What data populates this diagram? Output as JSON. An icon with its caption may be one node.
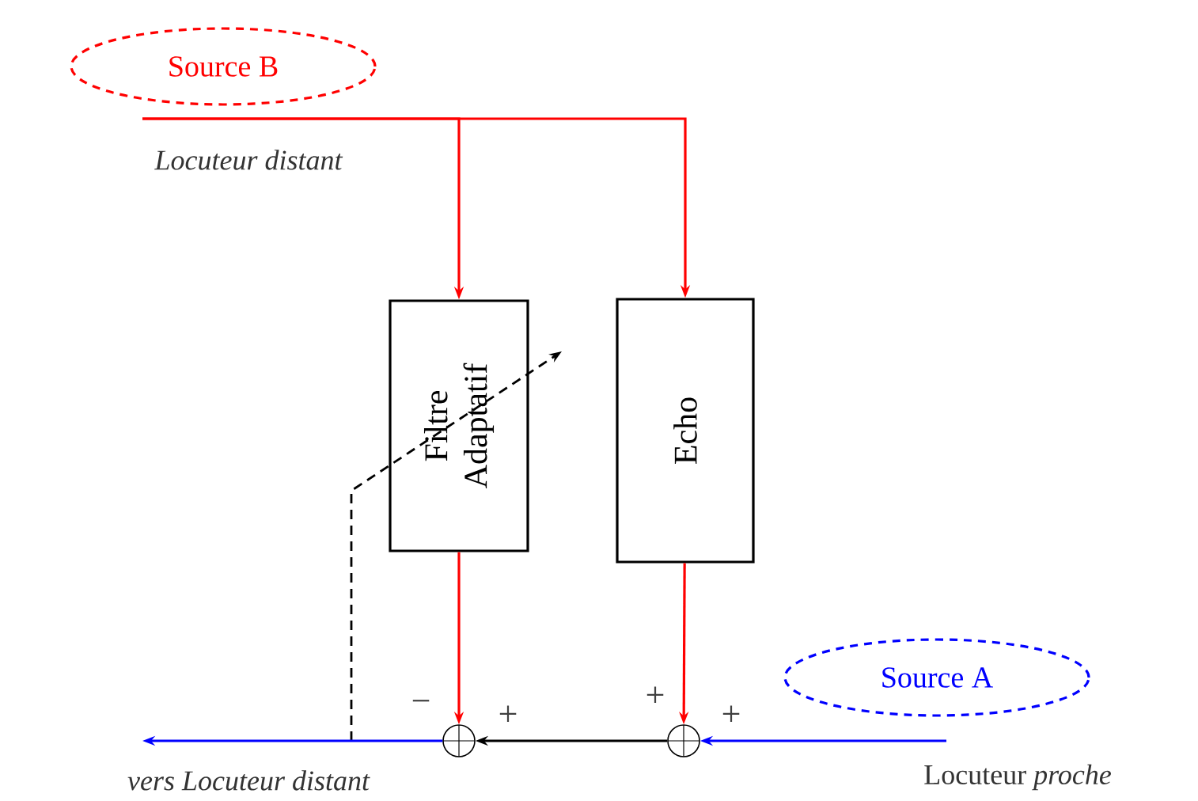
{
  "diagram": {
    "nodes": [
      {
        "text": [
          "Source B"
        ]
      },
      {
        "text": [
          "Filtre Adaptatif"
        ]
      },
      {
        "text": [
          "Echo"
        ]
      },
      {
        "text": [],
        "shape": "circle",
        "beside": [
          "−",
          "+"
        ]
      },
      {
        "text": [],
        "shape": "circle",
        "beside": [
          "+",
          "+"
        ]
      },
      {
        "text": [
          "Source A"
        ]
      }
    ],
    "edges": [
      {
        "from": null,
        "to": 1,
        "arrow": "to"
      },
      {
        "from": null,
        "to": 2,
        "arrow": "to"
      },
      {
        "from": 1,
        "to": 3,
        "arrow": "to"
      },
      {
        "from": 2,
        "to": 4,
        "arrow": "to"
      },
      {
        "from": 4,
        "to": 3,
        "arrow": "to",
        "color": "#000000"
      },
      {
        "from": null,
        "to": 4,
        "arrow": "to",
        "color": "#0000ff"
      },
      {
        "from": 3,
        "to": null,
        "arrow": "to",
        "color": "#0000ff"
      }
    ],
    "labels": [
      "Locuteur distant",
      "vers Locuteur distant",
      "Locuteur *proche*"
    ]
  }
}
